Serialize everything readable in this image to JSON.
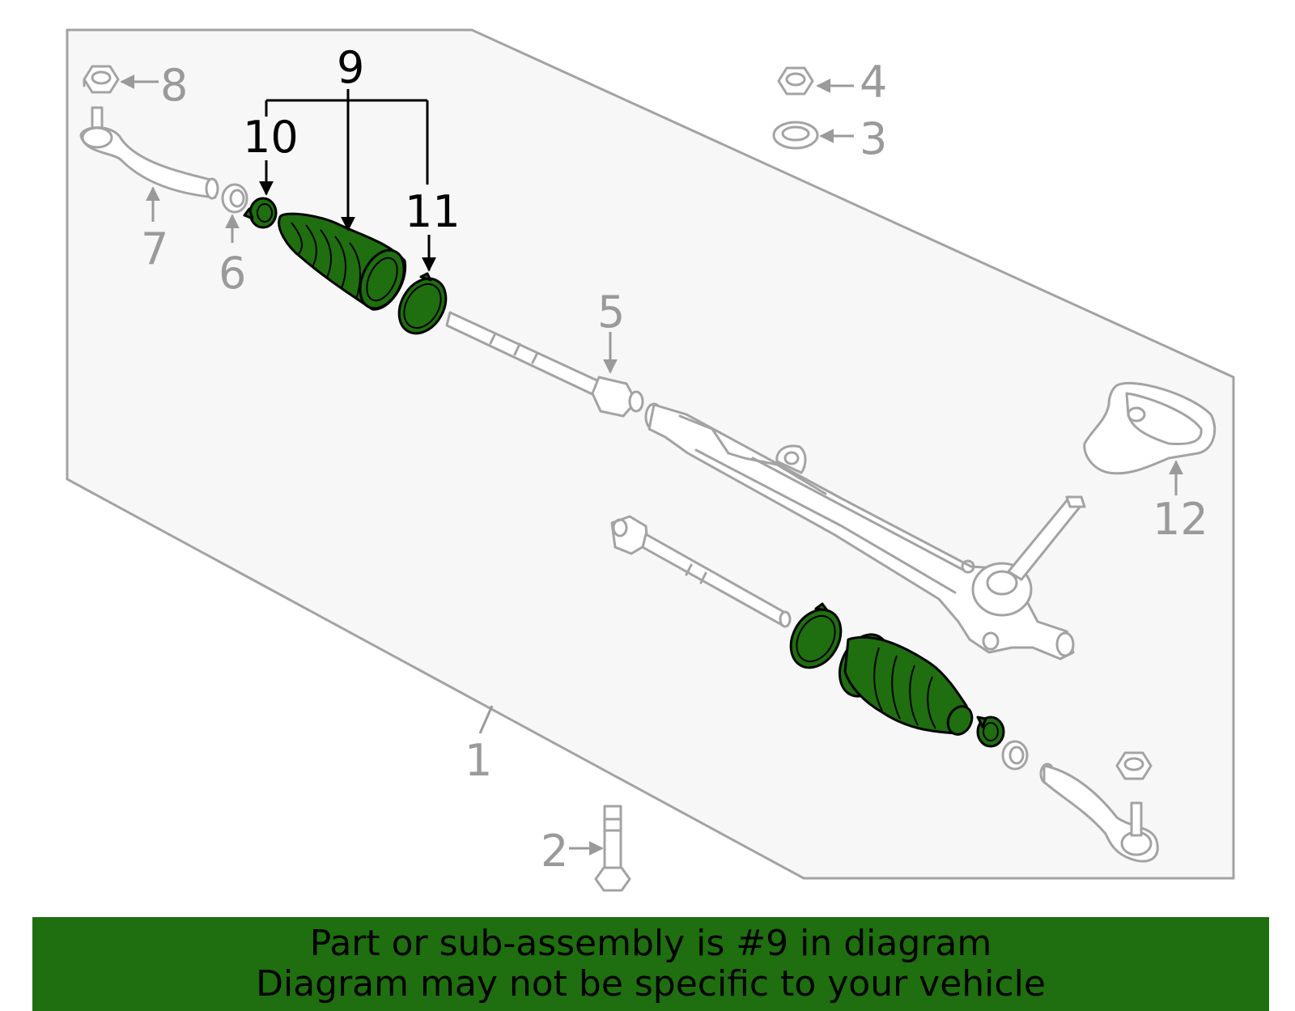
{
  "callouts": {
    "c1": "1",
    "c2": "2",
    "c3": "3",
    "c4": "4",
    "c5": "5",
    "c6": "6",
    "c7": "7",
    "c8": "8",
    "c9": "9",
    "c10": "10",
    "c11": "11",
    "c12": "12"
  },
  "banner": {
    "line1": "Part or sub-assembly is #9 in diagram",
    "line2": "Diagram may not be specific to your vehicle"
  },
  "colors": {
    "highlight": "#1f6e10",
    "outline": "#a3a3a3",
    "panel": "#f7f7f7"
  },
  "highlighted_part": "9"
}
